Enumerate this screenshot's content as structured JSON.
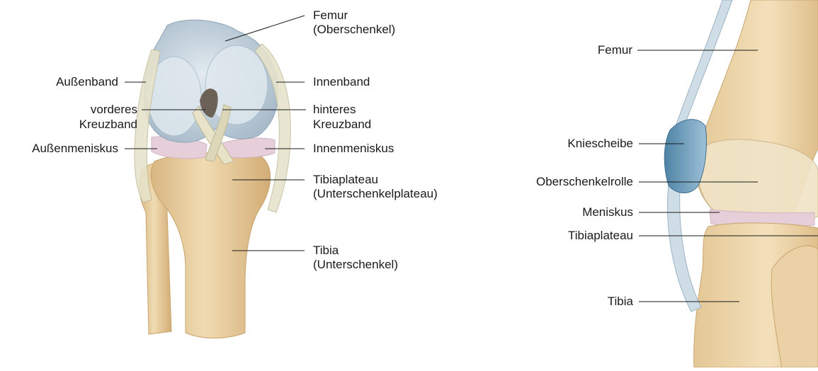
{
  "front_view": {
    "labels": {
      "femur": "Femur",
      "femur_sub": "(Oberschenkel)",
      "aussenband": "Außenband",
      "innenband": "Innenband",
      "vorderes_1": "vorderes",
      "vorderes_2": "Kreuzband",
      "hinteres_1": "hinteres",
      "hinteres_2": "Kreuzband",
      "aussenmeniskus": "Außenmeniskus",
      "innenmeniskus": "Innenmeniskus",
      "tibiaplateau": "Tibiaplateau",
      "tibiaplateau_sub": "(Unterschenkelplateau)",
      "tibia": "Tibia",
      "tibia_sub": "(Unterschenkel)"
    }
  },
  "side_view": {
    "labels": {
      "femur": "Femur",
      "kniescheibe": "Kniescheibe",
      "oberschenkelrolle": "Oberschenkelrolle",
      "meniskus": "Meniskus",
      "tibiaplateau": "Tibiaplateau",
      "tibia": "Tibia"
    }
  },
  "colors": {
    "bone": "#ecd3a6",
    "bone_shade": "#d9b985",
    "cartilage": "#c4d3df",
    "ligament": "#dedcc3",
    "meniscus": "#e6cfd8",
    "patella": "#6f9bb8"
  }
}
